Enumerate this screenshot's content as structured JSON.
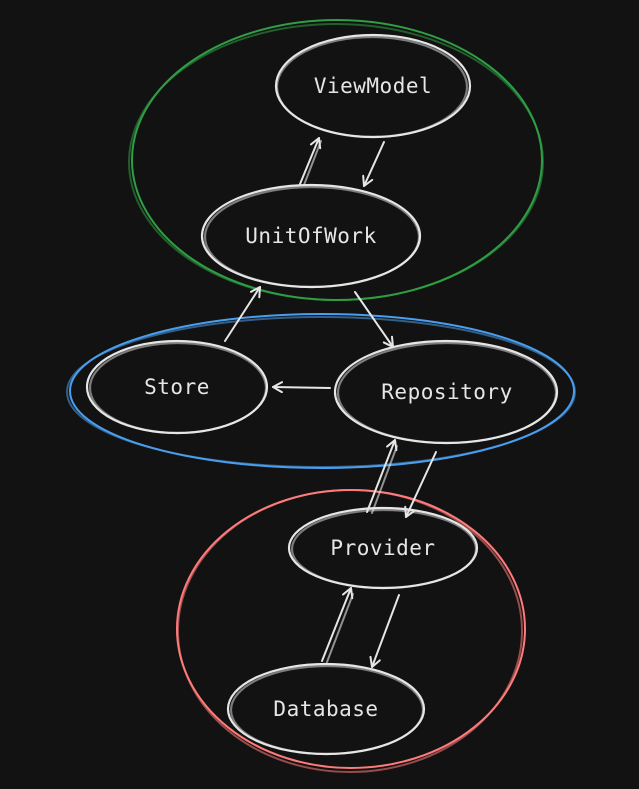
{
  "canvas": {
    "background": "#121212"
  },
  "colors": {
    "stroke": "#e6e6e6",
    "presentation_group": "#2f9e44",
    "domain_group": "#4a9eed",
    "data_group": "#ff7b7b"
  },
  "nodes": {
    "viewmodel": {
      "label": "ViewModel"
    },
    "unitofwork": {
      "label": "UnitOfWork"
    },
    "store": {
      "label": "Store"
    },
    "repository": {
      "label": "Repository"
    },
    "provider": {
      "label": "Provider"
    },
    "database": {
      "label": "Database"
    }
  }
}
